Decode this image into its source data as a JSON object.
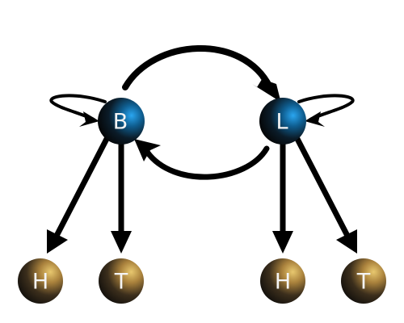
{
  "diagram": {
    "nodes": [
      {
        "id": "B",
        "label": "B",
        "kind": "state",
        "color": "#1a8fd6"
      },
      {
        "id": "L",
        "label": "L",
        "kind": "state",
        "color": "#1a8fd6"
      },
      {
        "id": "H1",
        "label": "H",
        "kind": "emission",
        "color": "#c9a24a"
      },
      {
        "id": "T1",
        "label": "T",
        "kind": "emission",
        "color": "#c9a24a"
      },
      {
        "id": "H2",
        "label": "H",
        "kind": "emission",
        "color": "#c9a24a"
      },
      {
        "id": "T2",
        "label": "T",
        "kind": "emission",
        "color": "#c9a24a"
      }
    ],
    "edges": [
      {
        "from": "B",
        "to": "B",
        "type": "self-loop"
      },
      {
        "from": "L",
        "to": "L",
        "type": "self-loop"
      },
      {
        "from": "B",
        "to": "L",
        "type": "transition"
      },
      {
        "from": "L",
        "to": "B",
        "type": "transition"
      },
      {
        "from": "B",
        "to": "H1",
        "type": "emission"
      },
      {
        "from": "B",
        "to": "T1",
        "type": "emission"
      },
      {
        "from": "L",
        "to": "H2",
        "type": "emission"
      },
      {
        "from": "L",
        "to": "T2",
        "type": "emission"
      }
    ]
  }
}
